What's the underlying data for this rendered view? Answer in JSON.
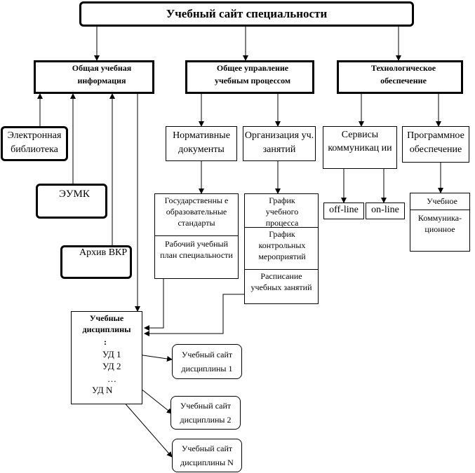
{
  "title": "Учебный сайт специальности",
  "sections": {
    "general_info": "Общая учебная информация",
    "process_management": "Общее управление учебным процессом",
    "tech_support": "Технологическое обеспечение"
  },
  "resources": {
    "e_library": "Электронная библиотека",
    "eumk": "ЭУМК",
    "vkr_archive": "Архив ВКР"
  },
  "management": {
    "normative_docs": "Нормативные документы",
    "organization": "Организация уч. занятий",
    "state_standards": "Государственны е образовательные стандарты",
    "curriculum": "Рабочий учебный план специальности",
    "schedule_process": "График учебного процесса",
    "schedule_control": "График контрольных мероприятий",
    "timetable": "Расписание учебных занятий"
  },
  "tech": {
    "communication_services": "Сервисы коммуникац ии",
    "software": "Программное обеспечение",
    "offline": "off-line",
    "online": "on-line",
    "educational": "Учебное",
    "communication": "Коммуника-ционное"
  },
  "disciplines": {
    "heading": "Учебные дисциплины",
    "colon": ":",
    "ud1": "УД 1",
    "ud2": "УД 2",
    "dots": "…",
    "udn": "УД N"
  },
  "discipline_sites": {
    "site1": "Учебный сайт дисциплины 1",
    "site2": "Учебный сайт дисциплины 2",
    "siten": "Учебный сайт дисциплины N"
  }
}
